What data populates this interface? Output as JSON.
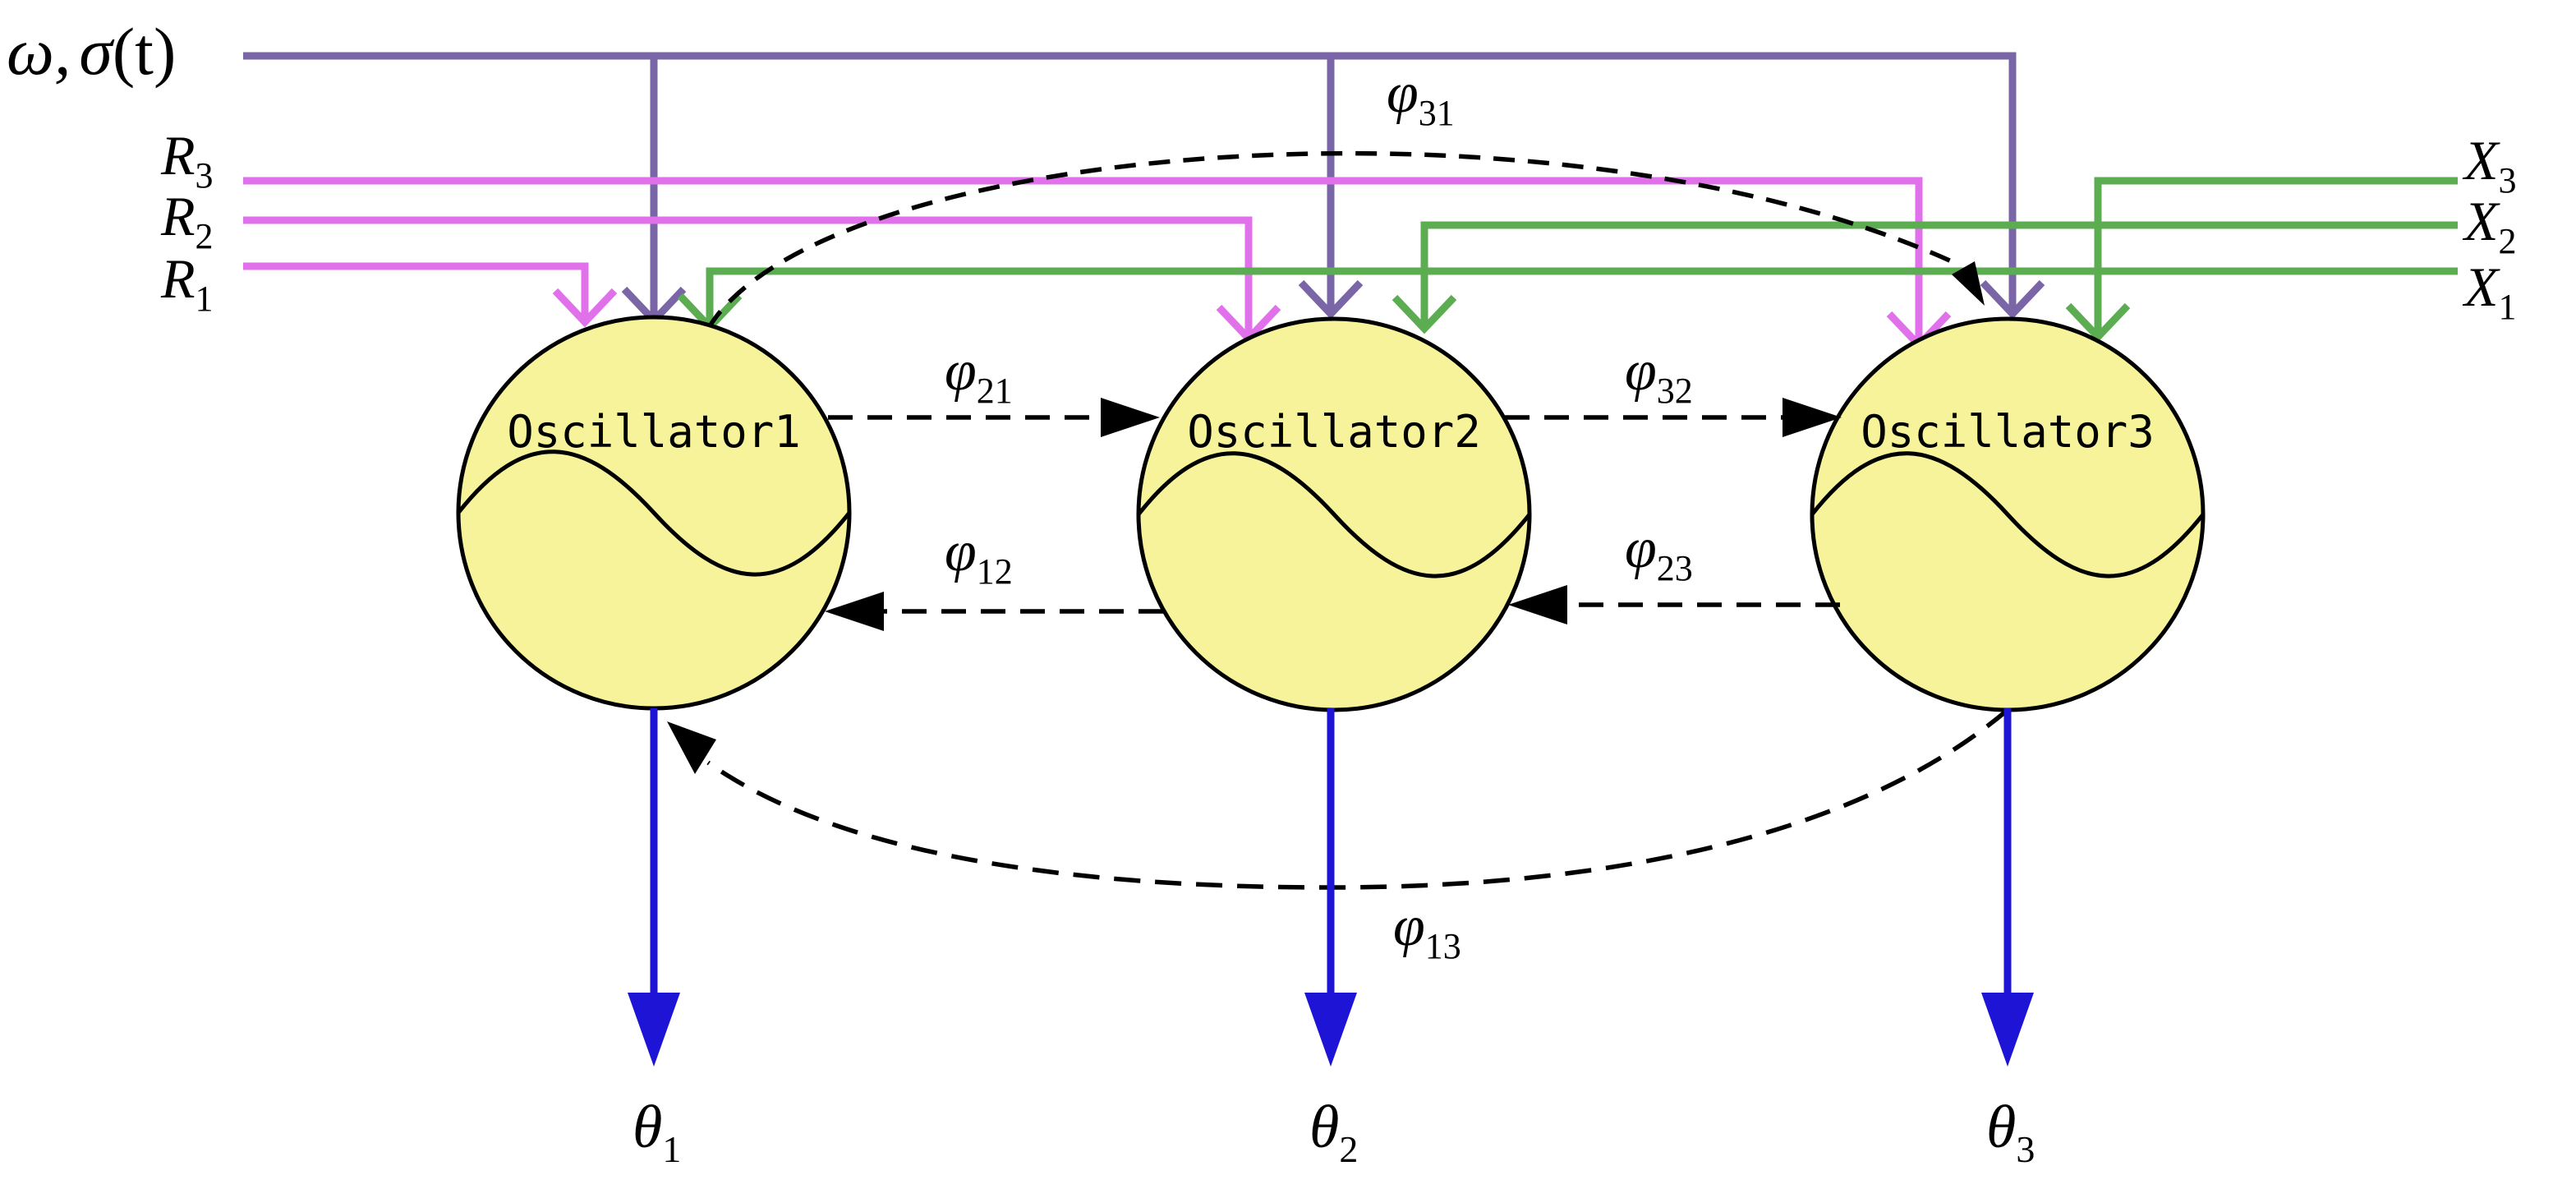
{
  "colors": {
    "omega_line": "#7a65a6",
    "r_line": "#e071ea",
    "x_line": "#5cad52",
    "output_line": "#1e14d6",
    "oscillator_fill": "#f6f39a",
    "coupling": "#000000"
  },
  "top_input": {
    "omega": "ω,",
    "sigma": "σ",
    "t": "(t)"
  },
  "r_inputs": [
    {
      "letter": "R",
      "sub": "3"
    },
    {
      "letter": "R",
      "sub": "2"
    },
    {
      "letter": "R",
      "sub": "1"
    }
  ],
  "x_inputs": [
    {
      "letter": "X",
      "sub": "3"
    },
    {
      "letter": "X",
      "sub": "2"
    },
    {
      "letter": "X",
      "sub": "1"
    }
  ],
  "oscillators": [
    {
      "label": "Oscillator1"
    },
    {
      "label": "Oscillator2"
    },
    {
      "label": "Oscillator3"
    }
  ],
  "couplings": [
    {
      "phi": "φ",
      "sub": "21"
    },
    {
      "phi": "φ",
      "sub": "32"
    },
    {
      "phi": "φ",
      "sub": "12"
    },
    {
      "phi": "φ",
      "sub": "23"
    },
    {
      "phi": "φ",
      "sub": "31"
    },
    {
      "phi": "φ",
      "sub": "13"
    }
  ],
  "outputs": [
    {
      "theta": "θ",
      "sub": "1"
    },
    {
      "theta": "θ",
      "sub": "2"
    },
    {
      "theta": "θ",
      "sub": "3"
    }
  ]
}
